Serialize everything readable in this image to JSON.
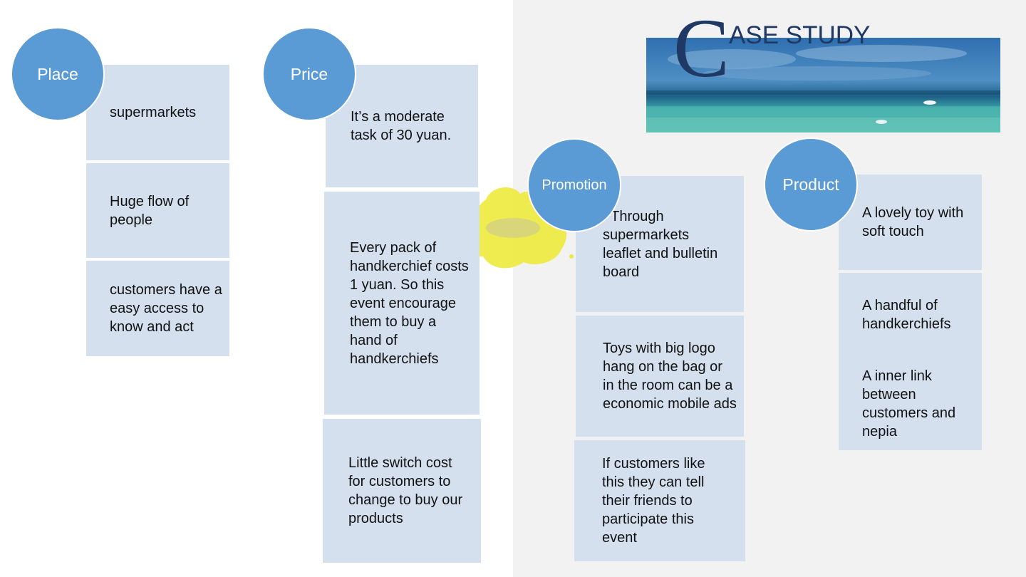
{
  "title": {
    "initial": "C",
    "rest": "ASE STUDY"
  },
  "columns": {
    "place": {
      "label": "Place",
      "items": [
        "supermarkets",
        "Huge flow of people",
        "customers have a easy access to know and act"
      ]
    },
    "price": {
      "label": "Price",
      "items": [
        "It’s a moderate task of 30 yuan.",
        "Every  pack of handkerchief costs 1 yuan. So this event encourage them to buy a hand of handkerchiefs",
        "Little switch cost for customers to change to buy our products"
      ]
    },
    "promotion": {
      "label": "Promotion",
      "items": [
        "  Through supermarkets leaflet and bulletin board",
        "Toys with big logo hang on the bag or in the room can be a economic mobile ads",
        "If customers like this they can tell their  friends to participate this event"
      ]
    },
    "product": {
      "label": "Product",
      "items": [
        "A  lovely toy with soft touch",
        "A handful of handkerchiefs",
        "A inner link between customers and nepia"
      ]
    }
  },
  "colors": {
    "circle": "#5b9bd5",
    "box": "#d5e0ee",
    "title": "#1f3864",
    "panel": "#f2f2f2"
  }
}
